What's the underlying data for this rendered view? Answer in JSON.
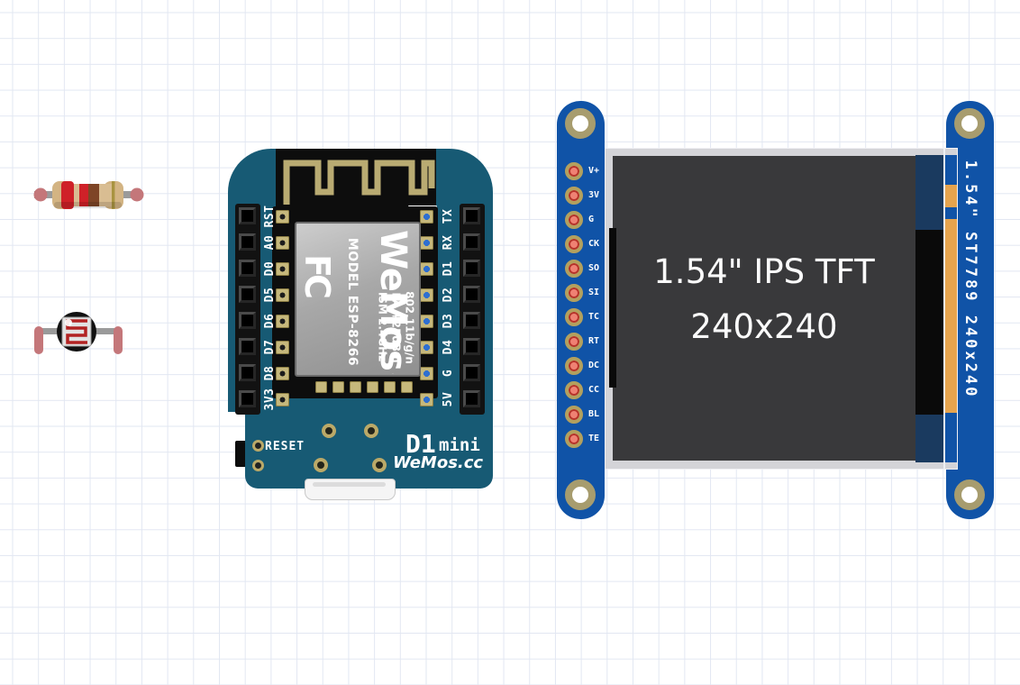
{
  "colors": {
    "d1_pcb": "#175a74",
    "tft_pcb": "#1053a7",
    "flex_orange": "#e6a44e",
    "pad_tan": "#c6b87c",
    "pin_red": "#ef8173"
  },
  "resistor": {
    "name": "resistor",
    "bands": [
      "red",
      "red",
      "brown",
      "gold"
    ]
  },
  "photoresistor": {
    "name": "photoresistor"
  },
  "d1mini": {
    "left_pins": [
      "RST",
      "A0",
      "D0",
      "D5",
      "D6",
      "D7",
      "D8",
      "3V3"
    ],
    "right_pins": [
      "TX",
      "RX",
      "D1",
      "D2",
      "D3",
      "D4",
      "G",
      "5V"
    ],
    "reset_label": "RESET",
    "logo_d1": "D1",
    "logo_mini": "mini",
    "logo_site": "WeMos.cc",
    "shield": {
      "fcc": "FC",
      "model": "MODEL ESP-8266",
      "ism": "ISM 2.4GHz",
      "pa": "PA +25dBm",
      "wifi": "802.11b/g/n",
      "logo": "WeMos"
    }
  },
  "tft": {
    "pins": [
      "V+",
      "3V",
      "G",
      "CK",
      "SO",
      "SI",
      "TC",
      "RT",
      "DC",
      "CC",
      "BL",
      "TE"
    ],
    "screen_line1": "1.54\" IPS TFT",
    "screen_line2": "240x240",
    "side_label": "1.54\" ST7789 240x240"
  }
}
